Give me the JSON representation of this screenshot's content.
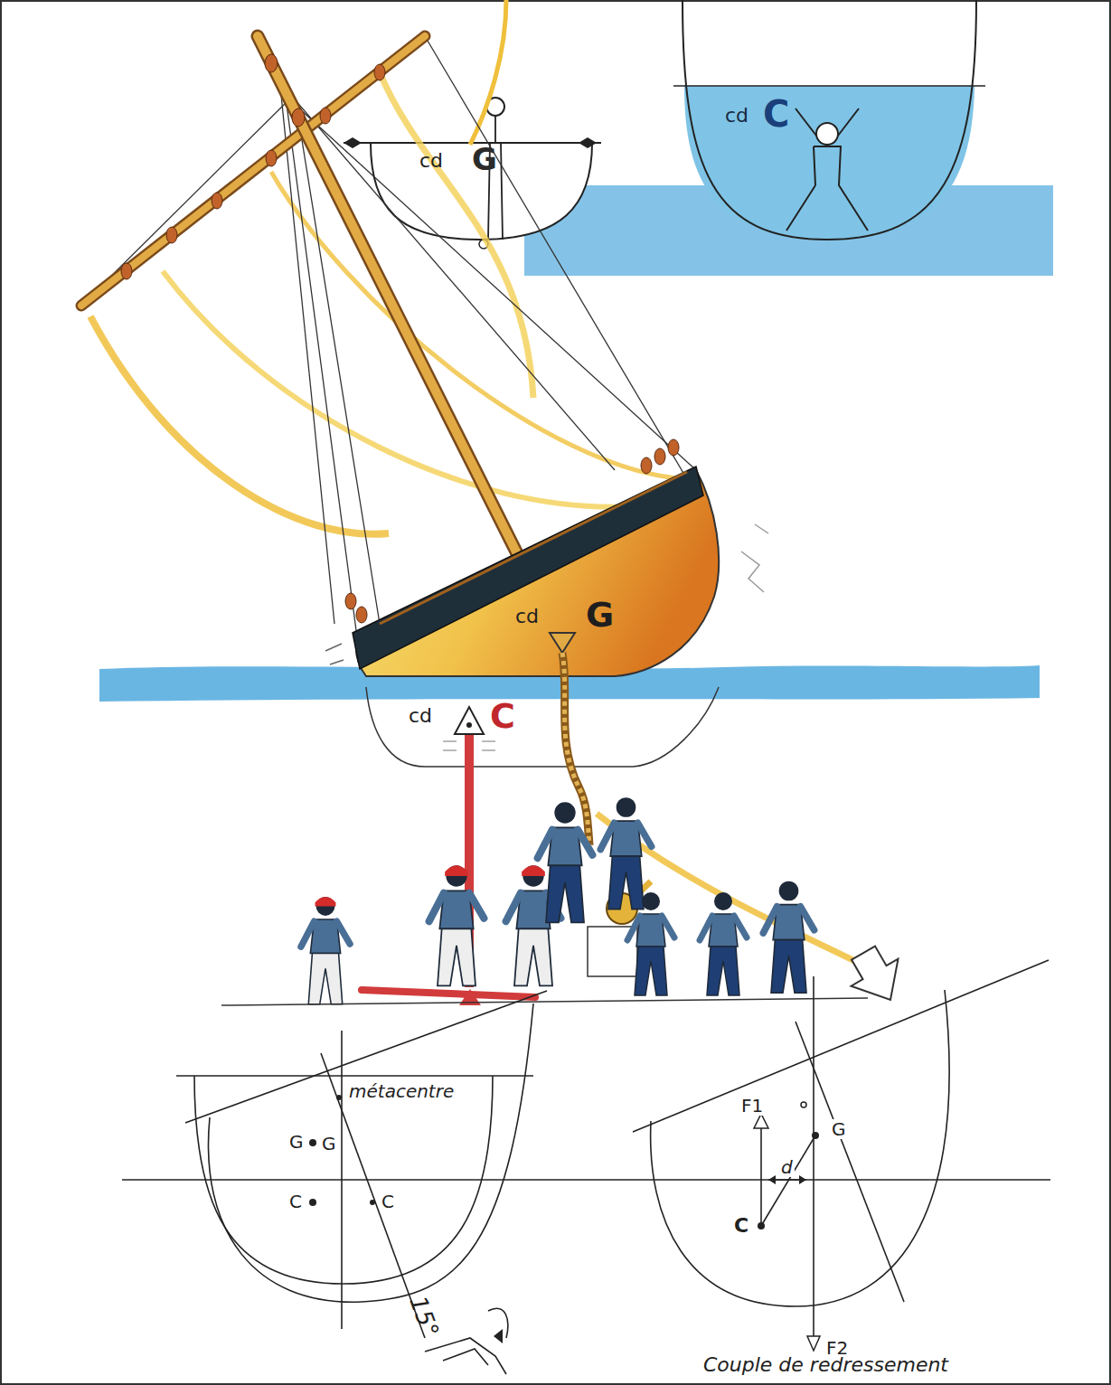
{
  "diagram": {
    "labels": [
      "cd",
      "G",
      "cd",
      "C",
      "cd",
      "G",
      "cd",
      "C",
      "métacentre",
      "G",
      "G",
      "C",
      "C",
      "15°",
      "F1",
      "G",
      "C",
      "d",
      "F2",
      "Couple de redressement"
    ]
  }
}
